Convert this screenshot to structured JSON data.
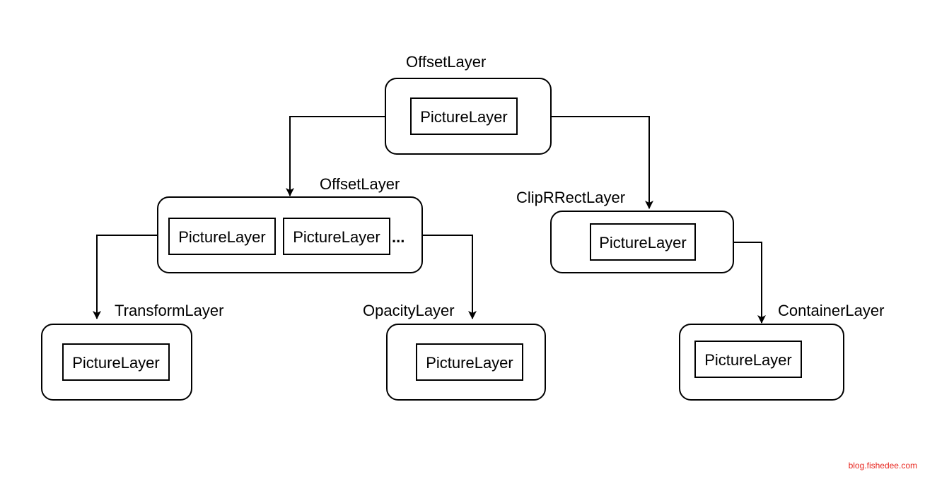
{
  "colors": {
    "stroke": "#000000",
    "background": "#ffffff",
    "watermark": "#e8261f"
  },
  "nodes": {
    "root_offset": {
      "label": "OffsetLayer",
      "children": [
        "PictureLayer"
      ]
    },
    "middle_offset": {
      "label": "OffsetLayer",
      "children": [
        "PictureLayer",
        "PictureLayer"
      ],
      "ellipsis": "..."
    },
    "clip_rrect": {
      "label": "ClipRRectLayer",
      "children": [
        "PictureLayer"
      ]
    },
    "transform": {
      "label": "TransformLayer",
      "children": [
        "PictureLayer"
      ]
    },
    "opacity": {
      "label": "OpacityLayer",
      "children": [
        "PictureLayer"
      ]
    },
    "container": {
      "label": "ContainerLayer",
      "children": [
        "PictureLayer"
      ]
    }
  },
  "edges": [
    {
      "from": "root_offset",
      "to": "middle_offset"
    },
    {
      "from": "root_offset",
      "to": "clip_rrect"
    },
    {
      "from": "middle_offset",
      "to": "transform"
    },
    {
      "from": "middle_offset",
      "to": "opacity"
    },
    {
      "from": "clip_rrect",
      "to": "container"
    }
  ],
  "watermark": "blog.fishedee.com"
}
